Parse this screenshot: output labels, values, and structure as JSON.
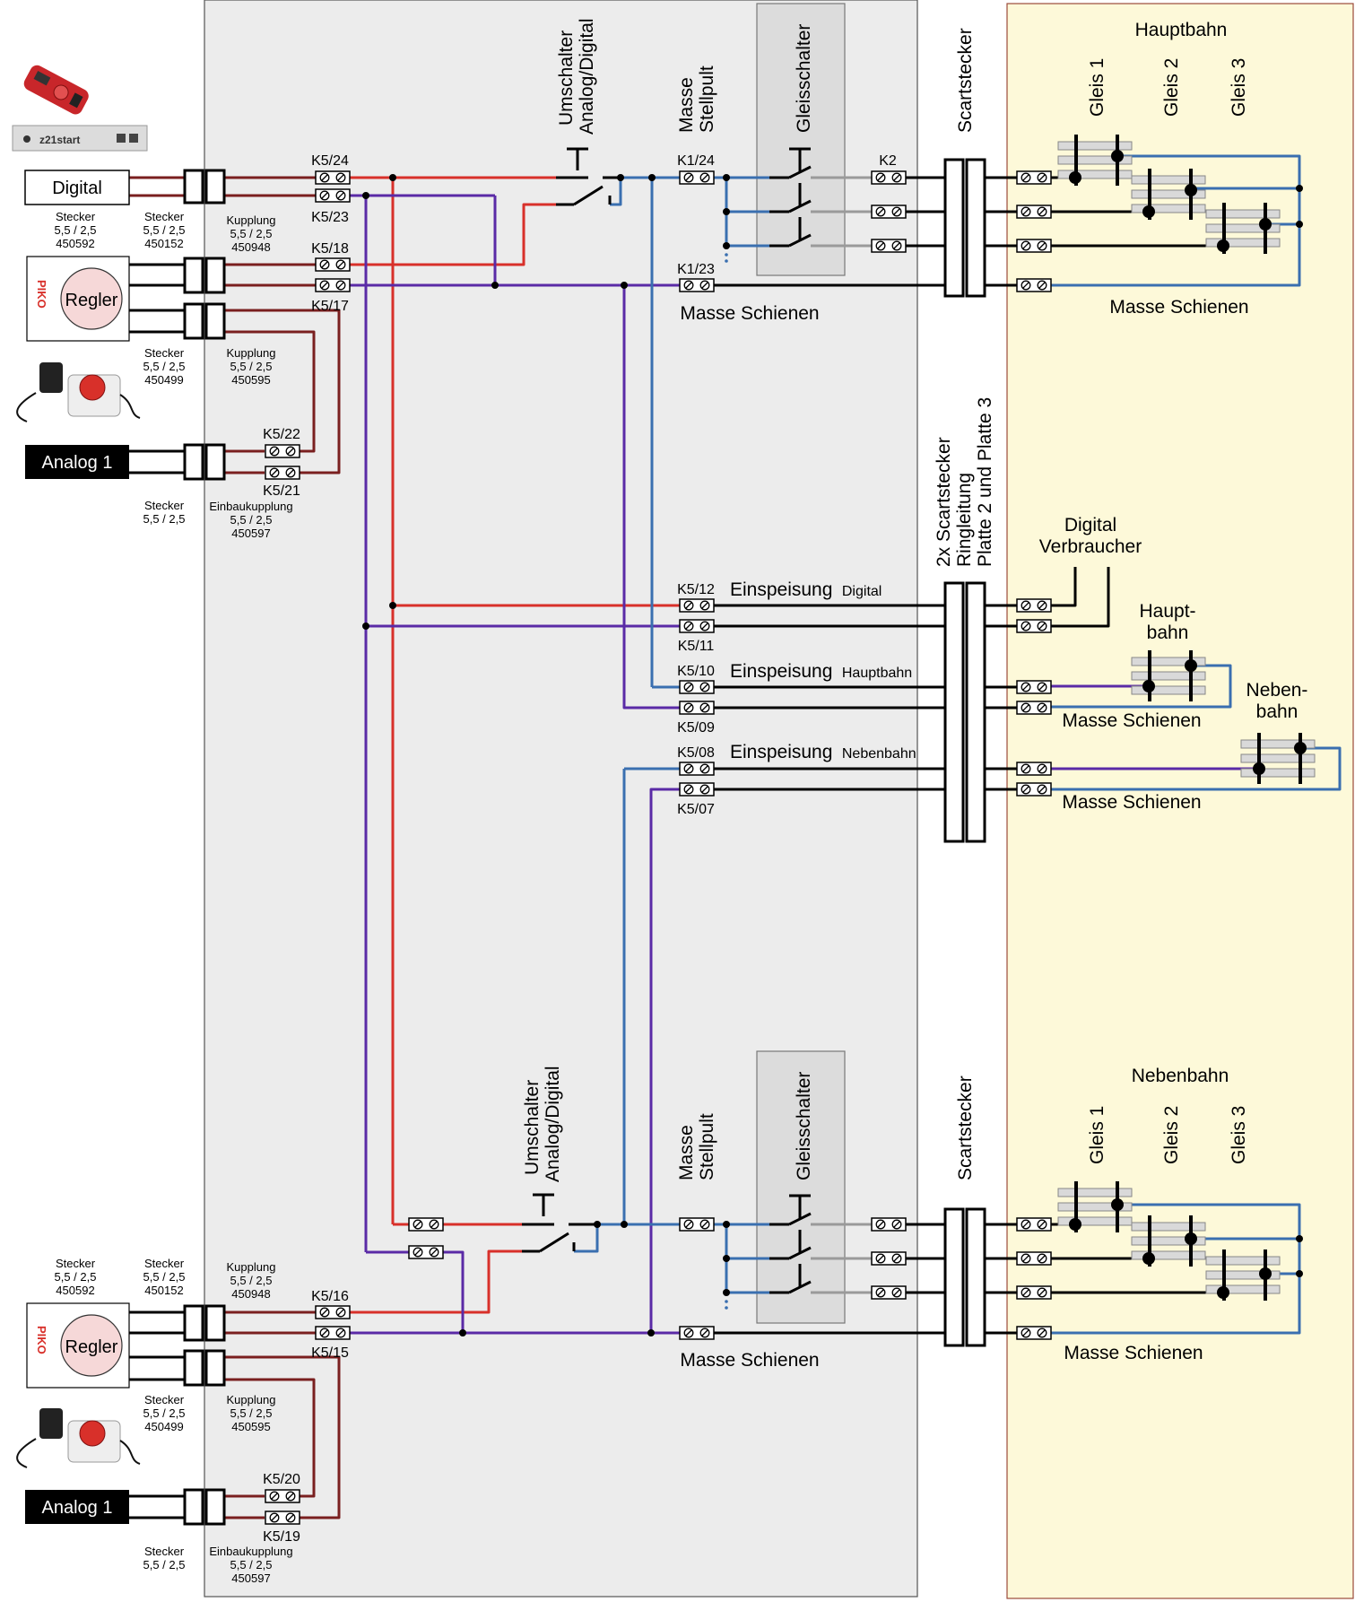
{
  "colors": {
    "panel": "#ececec",
    "layout_area": "#fdf9d9",
    "red": "#d8302a",
    "purple": "#5a2aa6",
    "blue": "#3a6fb0",
    "brown": "#7a1f1f",
    "black": "#000000",
    "grey_wire": "#9a9a9a",
    "switch_box": "#dcdcdc"
  },
  "left": {
    "digital_label": "Digital",
    "regler_label": "Regler",
    "piko_logo": "PIKO",
    "z21_logo": "z21start",
    "analog_label": "Analog 1",
    "stecker_450592": [
      "Stecker",
      "5,5 / 2,5",
      "450592"
    ],
    "stecker_450152": [
      "Stecker",
      "5,5 / 2,5",
      "450152"
    ],
    "stecker_450499": [
      "Stecker",
      "5,5 / 2,5",
      "450499"
    ],
    "stecker_plain": [
      "Stecker",
      "5,5 / 2,5"
    ],
    "kupplung_450948": [
      "Kupplung",
      "5,5 / 2,5",
      "450948"
    ],
    "kupplung_450595": [
      "Kupplung",
      "5,5 / 2,5",
      "450595"
    ],
    "einbaukupplung_450597": [
      "Einbaukupplung",
      "5,5 / 2,5",
      "450597"
    ]
  },
  "terminals": {
    "k5_24": "K5/24",
    "k5_23": "K5/23",
    "k5_18": "K5/18",
    "k5_17": "K5/17",
    "k5_22": "K5/22",
    "k5_21": "K5/21",
    "k1_24": "K1/24",
    "k1_23": "K1/23",
    "k2": "K2",
    "k5_12": "K5/12",
    "k5_11": "K5/11",
    "k5_10": "K5/10",
    "k5_09": "K5/09",
    "k5_08": "K5/08",
    "k5_07": "K5/07",
    "k5_16": "K5/16",
    "k5_15": "K5/15",
    "k5_20": "K5/20",
    "k5_19": "K5/19"
  },
  "labels": {
    "umschalter": [
      "Umschalter",
      "Analog/Digital"
    ],
    "masse_stellpult": [
      "Masse",
      "Stellpult"
    ],
    "gleisschalter": "Gleisschalter",
    "scartstecker": "Scartstecker",
    "scart_ring": [
      "2x Scartstecker",
      "Ringleitung",
      "Platte 2 und Platte 3"
    ],
    "hauptbahn": "Hauptbahn",
    "nebenbahn": "Nebenbahn",
    "gleis_1": "Gleis 1",
    "gleis_2": "Gleis 2",
    "gleis_3": "Gleis 3",
    "masse_schienen": "Masse Schienen",
    "digital_verbraucher": [
      "Digital",
      "Verbraucher"
    ],
    "haupt_bahn_split": [
      "Haupt-",
      "bahn"
    ],
    "neben_bahn_split": [
      "Neben-",
      "bahn"
    ],
    "einspeisung": "Einspeisung",
    "einsp_digital": "Digital",
    "einsp_hauptbahn": "Hauptbahn",
    "einsp_nebenbahn": "Nebenbahn"
  }
}
